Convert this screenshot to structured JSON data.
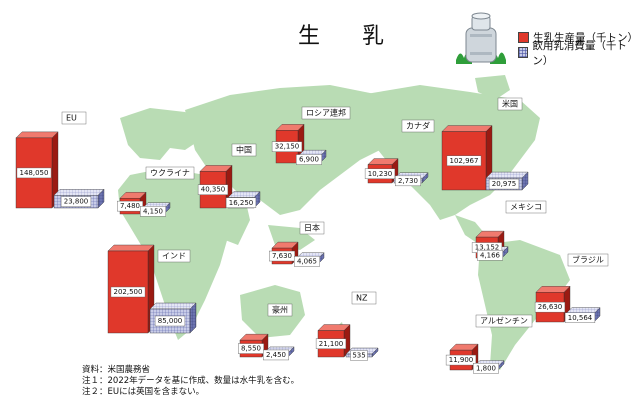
{
  "title": "生　乳",
  "legend": {
    "production": "生乳生産量（千トン）",
    "consumption": "飲用乳消費量（千トン）"
  },
  "colors": {
    "production": "#e0382b",
    "production_side": "#9b1a12",
    "production_top": "#f07a6e",
    "consumption": "#c8cce8",
    "consumption_side": "#6d74b0",
    "consumption_top": "#e4e6f5",
    "map": "#b9dcb4"
  },
  "notes": [
    "資料：米国農務省",
    "注１：2022年データを基に作成、数量は水牛乳を含む。",
    "注２：EUには英国を含まない。"
  ],
  "chart_data": {
    "type": "bar",
    "title": "生　乳",
    "unit": "千トン",
    "series": [
      {
        "name": "生乳生産量（千トン）",
        "key": "production"
      },
      {
        "name": "飲用乳消費量（千トン）",
        "key": "consumption"
      }
    ],
    "regions": [
      {
        "name": "EU",
        "production": 148050,
        "production_label": "148,050",
        "consumption": 23800,
        "consumption_label": "23,800"
      },
      {
        "name": "ウクライナ",
        "production": 7480,
        "production_label": "7,480",
        "consumption": 4150,
        "consumption_label": "4,150"
      },
      {
        "name": "中国",
        "production": 40350,
        "production_label": "40,350",
        "consumption": 16250,
        "consumption_label": "16,250"
      },
      {
        "name": "ロシア連邦",
        "production": 32150,
        "production_label": "32,150",
        "consumption": 6900,
        "consumption_label": "6,900"
      },
      {
        "name": "インド",
        "production": 202500,
        "production_label": "202,500",
        "consumption": 85000,
        "consumption_label": "85,000"
      },
      {
        "name": "日本",
        "production": 7630,
        "production_label": "7,630",
        "consumption": 4065,
        "consumption_label": "4,065"
      },
      {
        "name": "豪州",
        "production": 8550,
        "production_label": "8,550",
        "consumption": 2450,
        "consumption_label": "2,450"
      },
      {
        "name": "NZ",
        "production": 21100,
        "production_label": "21,100",
        "consumption": 535,
        "consumption_label": "535"
      },
      {
        "name": "カナダ",
        "production": 10230,
        "production_label": "10,230",
        "consumption": 2730,
        "consumption_label": "2,730"
      },
      {
        "name": "米国",
        "production": 102967,
        "production_label": "102,967",
        "consumption": 20975,
        "consumption_label": "20,975"
      },
      {
        "name": "メキシコ",
        "production": 13152,
        "production_label": "13,152",
        "consumption": 4166,
        "consumption_label": "4,166"
      },
      {
        "name": "ブラジル",
        "production": 26630,
        "production_label": "26,630",
        "consumption": 10564,
        "consumption_label": "10,564"
      },
      {
        "name": "アルゼンチン",
        "production": 11900,
        "production_label": "11,900",
        "consumption": 1800,
        "consumption_label": "1,800"
      }
    ]
  }
}
